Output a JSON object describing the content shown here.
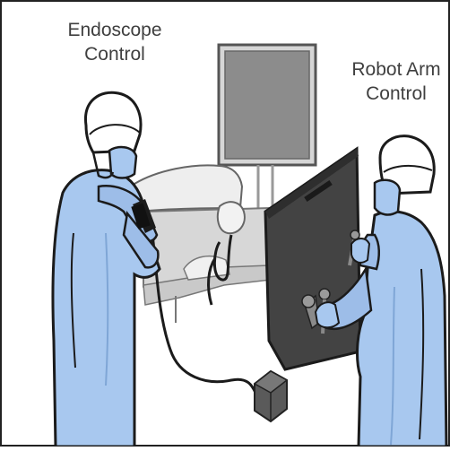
{
  "labels": {
    "endoscope_control": [
      "Endoscope",
      "Control"
    ],
    "robot_arm_control": [
      "Robot Arm",
      "Control"
    ]
  },
  "colors": {
    "gown": "#a8c8ef",
    "gown_dark": "#8fb3df",
    "gown_shade": "#7fa6d6",
    "outline": "#1b1b1b",
    "console_panel": "#434343",
    "console_edge": "#2a2a2a",
    "monitor_frame": "#bdbdbd",
    "monitor_screen": "#8c8c8c",
    "patient_fill": "#e8e8e8",
    "table_fill": "#dcdcdc",
    "box_fill": "#5a5a5a",
    "text": "#3f3f3f"
  },
  "icons": [
    "surgeon-figure",
    "assistant-figure",
    "monitor-icon",
    "robot-console-icon",
    "endoscope-icon",
    "control-box-icon",
    "patient-figure"
  ]
}
